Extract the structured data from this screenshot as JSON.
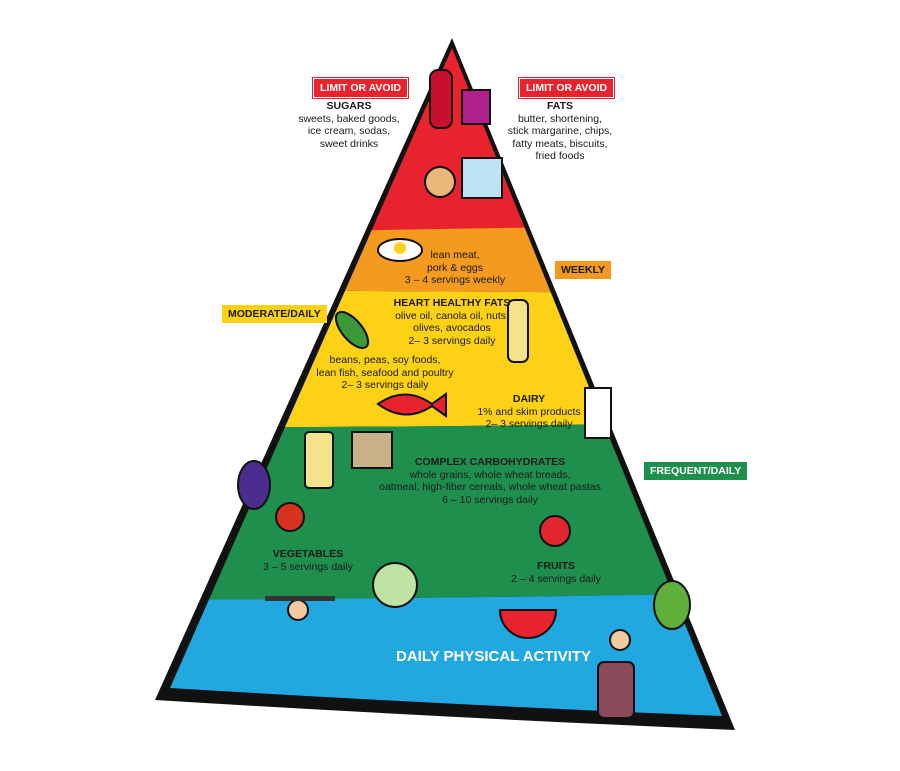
{
  "colors": {
    "sugars_fats": "#e8232e",
    "protein": "#f39a1f",
    "moderate": "#fcd116",
    "frequent": "#1f8f4e",
    "activity": "#22a8e0",
    "outline": "#111111"
  },
  "top": {
    "left_tag": "LIMIT OR AVOID",
    "left_title": "SUGARS",
    "left_lines": [
      "sweets, baked goods,",
      "ice cream, sodas,",
      "sweet drinks"
    ],
    "right_tag": "LIMIT OR AVOID",
    "right_title": "FATS",
    "right_lines": [
      "butter, shortening,",
      "stick margarine, chips,",
      "fatty meats, biscuits,",
      "fried foods"
    ]
  },
  "protein": {
    "lines": [
      "lean meat,",
      "pork & eggs",
      "3 – 4 servings weekly"
    ],
    "tag": "WEEKLY"
  },
  "moderate": {
    "tag": "MODERATE/DAILY",
    "fats_title": "HEART HEALTHY FATS",
    "fats_lines": [
      "olive oil, canola oil, nuts,",
      "olives, avocados",
      "2– 3 servings daily"
    ],
    "beans_lines": [
      "beans, peas, soy foods,",
      "lean fish, seafood and poultry",
      "2– 3 servings daily"
    ],
    "dairy_title": "DAIRY",
    "dairy_lines": [
      "1% and skim products",
      "2– 3 servings daily"
    ]
  },
  "frequent": {
    "tag": "FREQUENT/DAILY",
    "carbs_title": "COMPLEX CARBOHYDRATES",
    "carbs_lines": [
      "whole grains, whole wheat breads,",
      "oatmeal, high-fiber cereals, whole wheat pastas",
      "6 – 10 servings daily"
    ],
    "veg_title": "VEGETABLES",
    "veg_lines": [
      "3 – 5 servings daily"
    ],
    "fruit_title": "FRUITS",
    "fruit_lines": [
      "2 – 4 servings daily"
    ]
  },
  "activity": {
    "label": "DAILY  PHYSICAL ACTIVITY"
  }
}
